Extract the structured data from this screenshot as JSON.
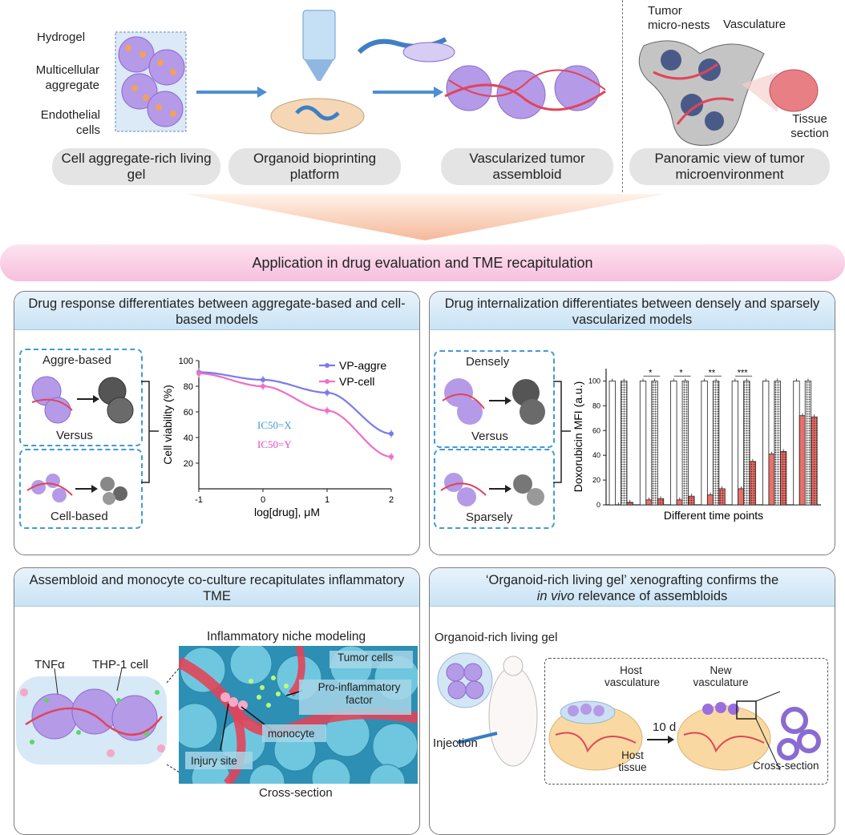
{
  "top": {
    "hydrogel": "Hydrogel",
    "multicellular": "Multicellular aggregate",
    "endothelial": "Endothelial cells",
    "tumor_micronests": "Tumor micro-nests",
    "vasculature": "Vasculature",
    "tissue_section": "Tissue section",
    "pills": [
      "Cell aggregate-rich living gel",
      "Organoid bioprinting platform",
      "Vascularized tumor assembloid",
      "Panoramic view of tumor microenvironment"
    ]
  },
  "banner": "Application in drug evaluation and TME recapitulation",
  "panel1": {
    "title": "Drug response differentiates between aggregate-based and cell-based models",
    "aggre_label": "Aggre-based",
    "versus": "Versus",
    "cell_label": "Cell-based",
    "ic50_x": "IC50=X",
    "ic50_y": "IC50=Y"
  },
  "panel2": {
    "title": "Drug internalization differentiates between densely and sparsely vascularized models",
    "densely": "Densely",
    "versus": "Versus",
    "sparsely": "Sparsely"
  },
  "panel3": {
    "title": "Assembloid and monocyte co-culture recapitulates inflammatory TME",
    "niche_title": "Inflammatory niche modeling",
    "tnfa": "TNFα",
    "thp1": "THP-1 cell",
    "tumor_cells": "Tumor cells",
    "pro_inflammatory": "Pro-inflammatory factor",
    "monocyte": "monocyte",
    "injury_site": "Injury site",
    "cross_section": "Cross-section"
  },
  "panel4": {
    "title_prefix": "‘Organoid-rich living gel’ xenografting confirms the",
    "title_italic": "in vivo",
    "title_suffix": "relevance of assembloids",
    "gel_label": "Organoid-rich living gel",
    "injection": "Injection",
    "host_vasculature": "Host vasculature",
    "new_vasculature": "New vasculature",
    "days": "10 d",
    "host_tissue": "Host tissue",
    "cross_section": "Cross-section"
  },
  "colors": {
    "accent_blue": "#3f9bd4",
    "vp_aggre": "#7b7bea",
    "vp_cell": "#ee6fc8",
    "bar_red": "#e8706a",
    "header_blue": "#c9e3f5"
  },
  "chart_data": [
    {
      "type": "line",
      "xlabel": "log[drug], μM",
      "ylabel": "Cell viability (%)",
      "xlim": [
        -1,
        2
      ],
      "ylim": [
        0,
        100
      ],
      "xticks": [
        "-1",
        "0",
        "1",
        "2"
      ],
      "yticks": [
        "20",
        "40",
        "60",
        "80",
        "100"
      ],
      "legend_position": "top-right",
      "series": [
        {
          "name": "VP-aggre",
          "x": [
            -1,
            0,
            1,
            2
          ],
          "values": [
            91,
            85,
            75,
            43
          ]
        },
        {
          "name": "VP-cell",
          "x": [
            -1,
            0,
            1,
            2
          ],
          "values": [
            90,
            80,
            61,
            25
          ]
        }
      ]
    },
    {
      "type": "bar",
      "xlabel": "Different time points",
      "ylabel": "Doxorubicin MFI (a.u.)",
      "ylim": [
        0,
        110
      ],
      "yticks": [
        "0",
        "20",
        "40",
        "60",
        "80",
        "100"
      ],
      "groups": 7,
      "significance": [
        "",
        "*",
        "*",
        "**",
        "***",
        "",
        ""
      ],
      "series": [
        {
          "name": "white",
          "values": [
            100,
            100,
            100,
            100,
            100,
            100,
            100
          ]
        },
        {
          "name": "red",
          "values": [
            0,
            4,
            4,
            8,
            13,
            41,
            72
          ]
        },
        {
          "name": "white-hatched",
          "values": [
            100,
            100,
            100,
            100,
            100,
            100,
            100
          ]
        },
        {
          "name": "red-hatched",
          "values": [
            2,
            5,
            7,
            13,
            35,
            43,
            71
          ]
        }
      ]
    }
  ]
}
